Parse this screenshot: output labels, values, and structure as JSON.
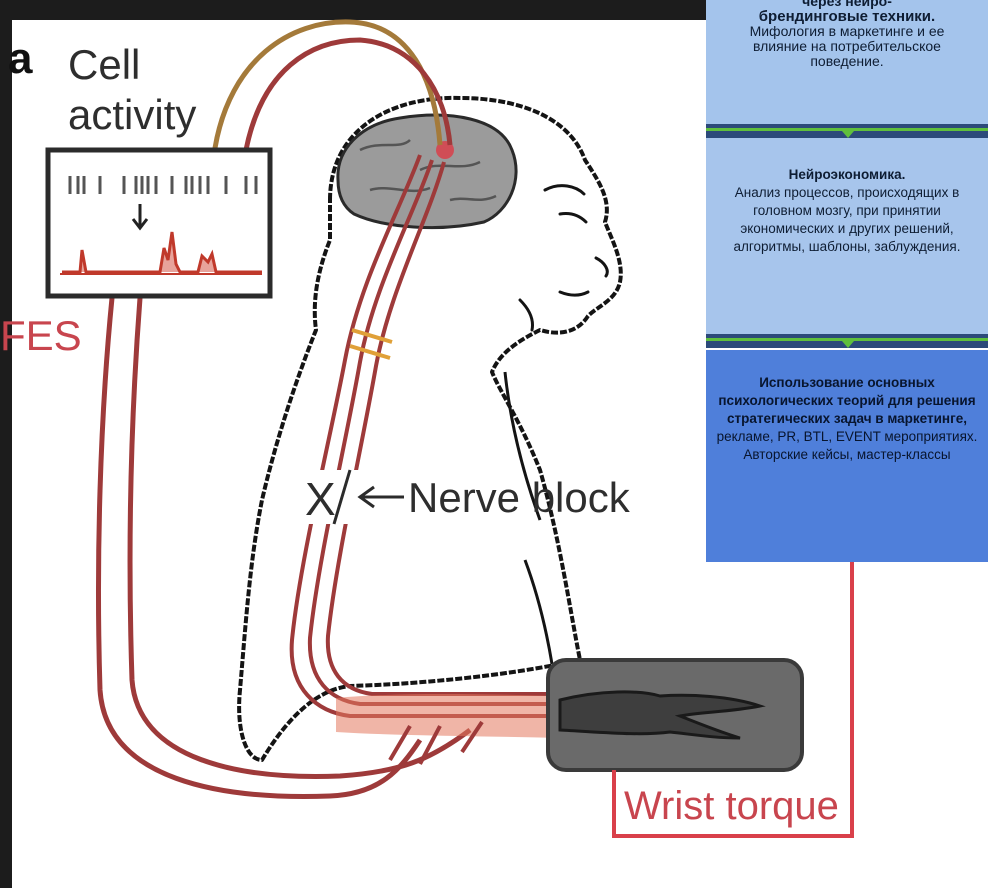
{
  "figure": {
    "panel_letter": "a",
    "cell_activity_label": "Cell\nactivity",
    "fes_label": "FES",
    "nerve_block_x": "X",
    "nerve_block_label": "Nerve block",
    "wrist_torque_label": "Wrist torque"
  },
  "colors": {
    "wire_red": "#9e3a3a",
    "wire_brown": "#a47a3a",
    "highlight_red": "#d9404a",
    "brain_gray": "#9b9b9b",
    "hand_box": "#6a6a6a",
    "panel_light_blue": "#a4c4ec",
    "panel_blue": "#4f7fda"
  },
  "side_panel": {
    "box1": {
      "line1": "через нейро-",
      "line2": "брендинговые техники.",
      "rest": "Мифология в маркетинге и ее влияние на потребительское поведение."
    },
    "box2": {
      "title": "Нейроэкономика.",
      "body": "Анализ процессов, происходящих в головном мозгу, при принятии экономических и других решений, алгоритмы, шаблоны, заблуждения."
    },
    "box3": {
      "title": "Использование основных психологических теорий для решения стратегических задач в маркетинге,",
      "body": "рекламе, PR, BTL, EVENT мероприятиях. Авторские кейсы, мастер-классы"
    }
  }
}
